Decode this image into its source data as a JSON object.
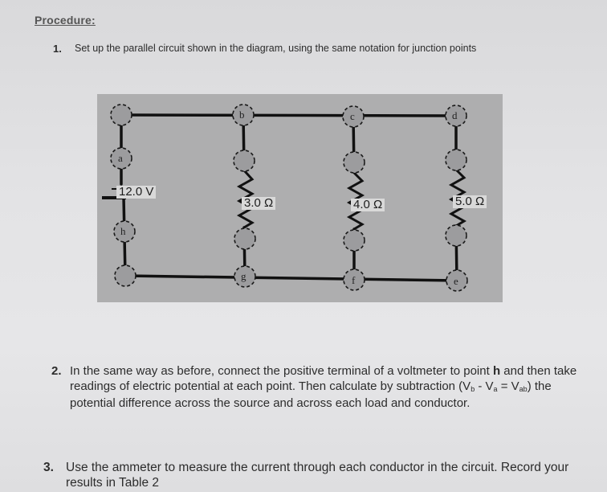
{
  "heading": "Procedure:",
  "steps": [
    {
      "number": "1.",
      "text": "Set up the parallel circuit shown in the diagram, using the same notation for junction points"
    },
    {
      "number": "2.",
      "text_parts": {
        "before_bold": "In the same way as before, connect the positive terminal of a voltmeter to point ",
        "bold": "h",
        "after_bold": " and then take readings of electric potential at each point. Then calculate by subtraction (V",
        "sub1": "b",
        "mid1": " - V",
        "sub2": "a",
        "mid2": " = V",
        "sub3": "ab",
        "end": ") the potential difference across the source and across each load and conductor."
      }
    },
    {
      "number": "3.",
      "text": "Use the ammeter to measure the current through each conductor in the circuit. Record your results in Table 2"
    }
  ],
  "circuit": {
    "source_label": "12.0 V",
    "resistors": [
      {
        "label": "3.0 Ω"
      },
      {
        "label": "4.0 Ω"
      },
      {
        "label": "5.0 Ω"
      }
    ],
    "junction_labels": {
      "a": "a",
      "b": "b",
      "c": "c",
      "d": "d",
      "e": "e",
      "f": "f",
      "g": "g",
      "h": "h"
    },
    "colors": {
      "panel": "#aeaeaf",
      "wire": "#111111",
      "node_fill": "#9c9c9e",
      "label_bg": "#d9d9d9"
    }
  }
}
